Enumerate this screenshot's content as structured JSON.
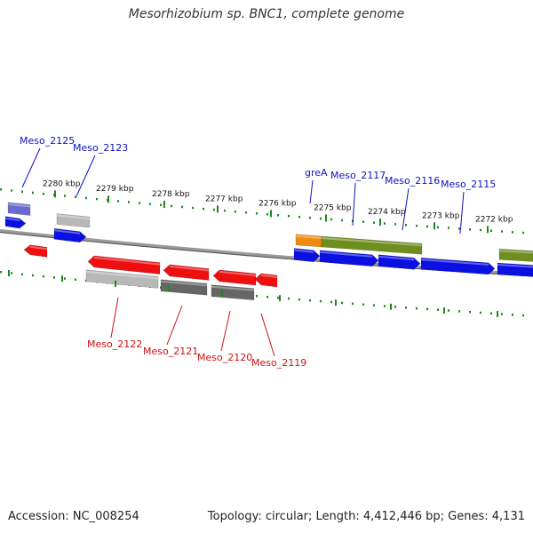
{
  "title": "Mesorhizobium sp. BNC1, complete genome",
  "footer": {
    "accession": "Accession: NC_008254",
    "topology": "Topology: circular; Length: 4,412,446 bp; Genes: 4,131"
  },
  "colors": {
    "forward_label": "#1010c8",
    "reverse_label": "#d01010",
    "backbone": "#888888",
    "tick": "#1a8a1a"
  },
  "ticks": [
    "2280 kbp",
    "2279 kbp",
    "2278 kbp",
    "2277 kbp",
    "2276 kbp",
    "2275 kbp",
    "2274 kbp",
    "2273 kbp",
    "2272 kbp"
  ],
  "labels": {
    "top": [
      "Meso_2125",
      "Meso_2123",
      "greA",
      "Meso_2117",
      "Meso_2116",
      "Meso_2115"
    ],
    "bottom": [
      "Meso_2122",
      "Meso_2121",
      "Meso_2120",
      "Meso_2119"
    ]
  },
  "gene_colors": {
    "blue": "#0a10e0",
    "red": "#ee1010",
    "purple": "#6a6ad0",
    "silver": "#b8b8b8",
    "darkgray": "#666666",
    "orange": "#f08a10",
    "olive": "#6e8f20"
  }
}
